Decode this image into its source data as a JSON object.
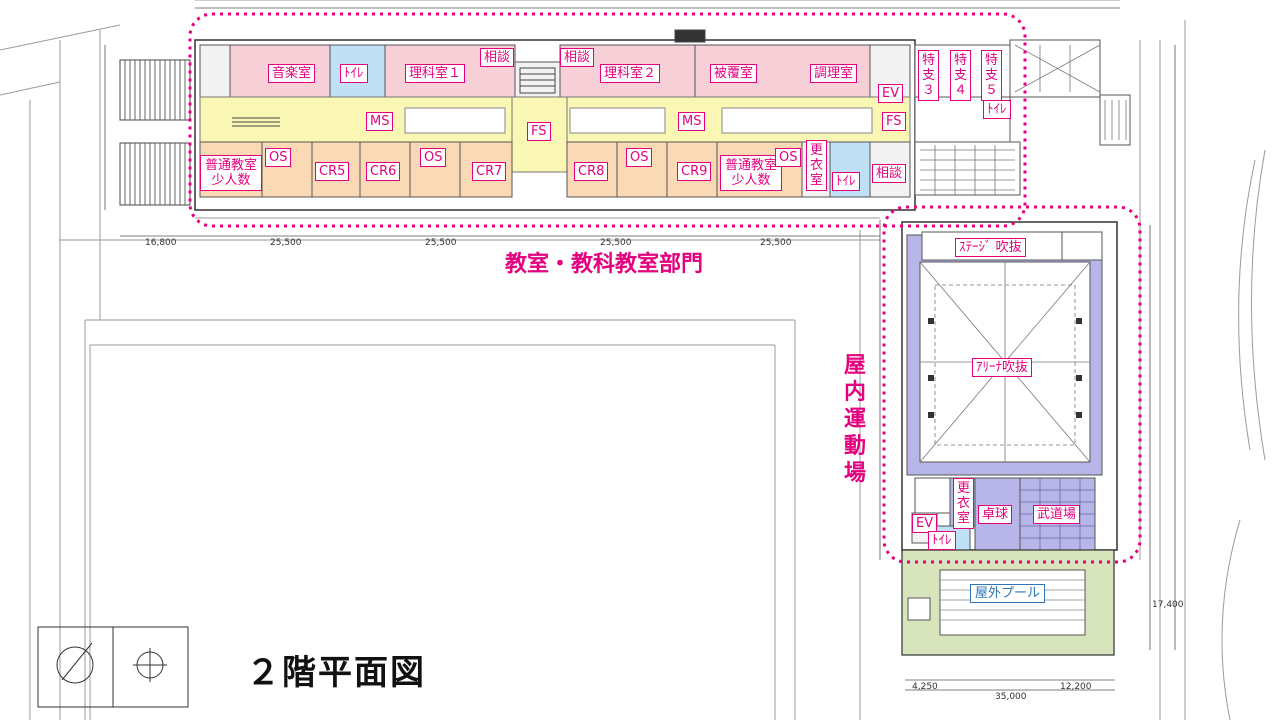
{
  "title": "２階平面図",
  "sections": {
    "classrooms": "教室・教科教室部門",
    "gym": "屋内運動場"
  },
  "rooms": {
    "music": "音楽室",
    "toilet_1": "ﾄｲﾚ",
    "science_1": "理科室１",
    "consult_1": "相談",
    "consult_2": "相談",
    "science_2": "理科室２",
    "clothing": "被覆室",
    "cooking": "調理室",
    "ev_1": "EV",
    "fs_right": "FS",
    "toilet_2": "ﾄｲﾚ",
    "special_3": "特支３",
    "special_4": "特支４",
    "special_5": "特支５",
    "ms_1": "MS",
    "fs_center": "FS",
    "ms_2": "MS",
    "regular_small_1": "普通教室少人数",
    "os_1": "OS",
    "cr5": "CR5",
    "cr6": "CR6",
    "os_2": "OS",
    "cr7": "CR7",
    "cr8": "CR8",
    "os_3": "OS",
    "cr9": "CR9",
    "regular_small_2": "普通教室少人数",
    "os_4": "OS",
    "locker_1": "更衣室",
    "toilet_3": "ﾄｲﾚ",
    "consult_3": "相談",
    "stage_void": "ｽﾃｰｼﾞ 吹抜",
    "arena_void": "ｱﾘｰﾅ吹抜",
    "locker_2": "更衣室",
    "table_tennis": "卓球",
    "budo": "武道場",
    "ev_2": "EV",
    "toilet_4": "ﾄｲﾚ",
    "outdoor_pool": "屋外プール"
  },
  "dimensions": {
    "d1": "16,800",
    "d2": "25,500",
    "d3": "25,500",
    "d4": "25,500",
    "d5": "25,500",
    "d6": "35,000",
    "d7": "17,400",
    "d8": "4,250",
    "d9": "12,200"
  },
  "colors": {
    "accent": "#e4007f",
    "pool_label": "#2f74b5",
    "pink_room": "#f7cfd6",
    "yellow_corridor": "#faf7b4",
    "orange_room": "#fbd9b5",
    "blue_toilet": "#bfe0f5",
    "purple_gym": "#b8b5e8",
    "green_pool": "#d8e4bc"
  }
}
